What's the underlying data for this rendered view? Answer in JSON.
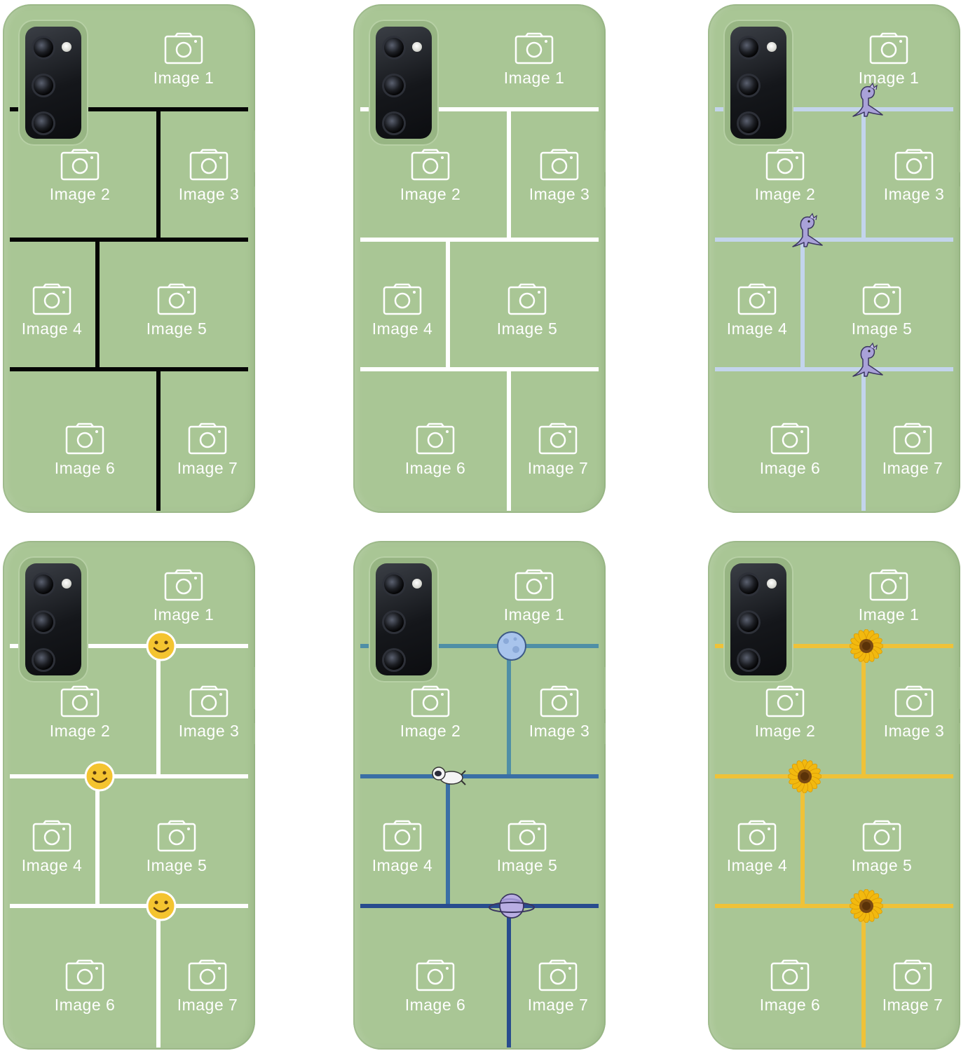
{
  "slot_labels": [
    "Image 1",
    "Image 2",
    "Image 3",
    "Image 4",
    "Image 5",
    "Image 6",
    "Image 7"
  ],
  "cases": [
    {
      "style": "black-lines",
      "line_color": "#050505",
      "decoration": "none"
    },
    {
      "style": "white-lines",
      "line_color": "#ffffff",
      "decoration": "none"
    },
    {
      "style": "blue-lines-dinosaurs",
      "line_color": "#c3d4ec",
      "decoration": "dinosaur-icon"
    },
    {
      "style": "white-lines-smileys",
      "line_color": "#ffffff",
      "decoration": "smiley-icon"
    },
    {
      "style": "blue-lines-space",
      "line_color": "#4f8fa6",
      "decoration": "planet-icon, astronaut-icon, saturn-icon"
    },
    {
      "style": "yellow-lines-sunflowers",
      "line_color": "#efc238",
      "decoration": "sunflower-icon"
    }
  ],
  "colors": {
    "case_green": "#a9c695",
    "camera_black": "#15171b"
  }
}
